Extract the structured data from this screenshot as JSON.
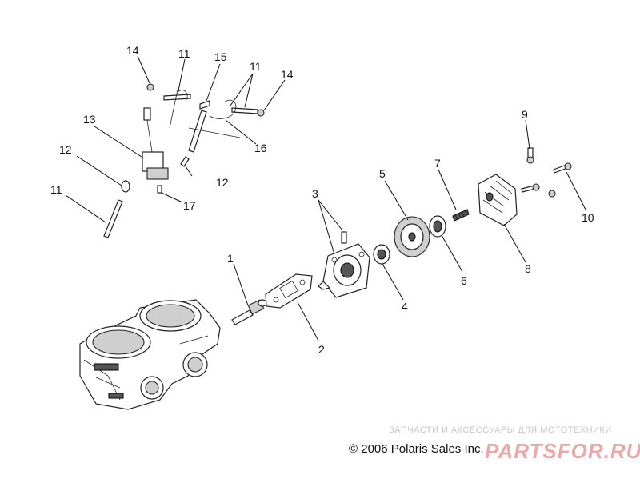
{
  "labels": {
    "n1": "1",
    "n2": "2",
    "n3": "3",
    "n4": "4",
    "n5": "5",
    "n6": "6",
    "n7": "7",
    "n8": "8",
    "n9": "9",
    "n10": "10",
    "n11a": "11",
    "n11b": "11",
    "n11c": "11",
    "n12a": "12",
    "n12b": "12",
    "n13": "13",
    "n14a": "14",
    "n14b": "14",
    "n15": "15",
    "n16": "16",
    "n17": "17"
  },
  "footer": {
    "copyright_symbol": "©",
    "copyright": "2006 Polaris Sales Inc.",
    "watermark_tagline": "ЗАПЧАСТИ И АКСЕССУАРЫ ДЛЯ МОТОТЕХНИКИ",
    "watermark_logo": "PARTSFOR.RU"
  },
  "colors": {
    "ink": "#111111",
    "part_fill": "#ffffff",
    "shade": "#cfcfcf",
    "watermark": "#e99a9a"
  }
}
